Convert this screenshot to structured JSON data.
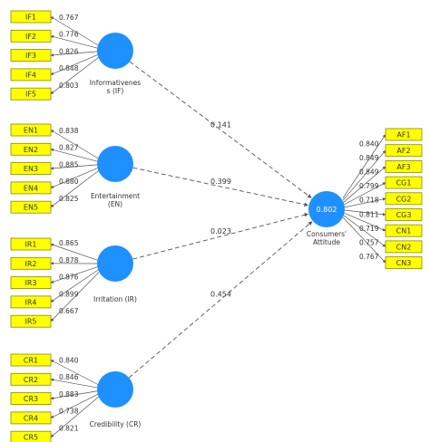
{
  "constructs": {
    "informativeness": {
      "label_lines": [
        "Informativenes",
        "s (IF)"
      ],
      "indicators": [
        "IF1",
        "IF2",
        "IF3",
        "IF4",
        "IF5"
      ],
      "loadings": [
        "0.767",
        "0.776",
        "0.826",
        "0.848",
        "0.803"
      ]
    },
    "entertainment": {
      "label_lines": [
        "Entertainment",
        "(EN)"
      ],
      "indicators": [
        "EN1",
        "EN2",
        "EN3",
        "EN4",
        "EN5"
      ],
      "loadings": [
        "0.838",
        "0.827",
        "0.885",
        "0.880",
        "0.825"
      ]
    },
    "irritation": {
      "label_lines": [
        "Irritation (IR)"
      ],
      "indicators": [
        "IR1",
        "IR2",
        "IR3",
        "IR4",
        "IR5"
      ],
      "loadings": [
        "0.865",
        "0.878",
        "0.876",
        "0.899",
        "0.667"
      ]
    },
    "credibility": {
      "label_lines": [
        "Credibility (CR)"
      ],
      "indicators": [
        "CR1",
        "CR2",
        "CR3",
        "CR4",
        "CR5"
      ],
      "loadings": [
        "0.840",
        "0.846",
        "0.883",
        "0.738",
        "0.821"
      ]
    },
    "attitude": {
      "label_lines": [
        "Consumers'",
        "Attitude"
      ],
      "r_squared": "0.802",
      "indicators": [
        "AF1",
        "AF2",
        "AF3",
        "CG1",
        "CG2",
        "CG3",
        "CN1",
        "CN2",
        "CN3"
      ],
      "loadings": [
        "0.840",
        "0.849",
        "0.849",
        "0.799",
        "0.718",
        "0.811",
        "0.719",
        "0.757",
        "0.767"
      ]
    }
  },
  "paths": {
    "informativeness": "0.141",
    "entertainment": "0.399",
    "irritation": "0.023",
    "credibility": "0.454"
  },
  "colors": {
    "construct_fill": "#1e90ff",
    "indicator_fill": "#ffff00",
    "line": "#555555"
  }
}
